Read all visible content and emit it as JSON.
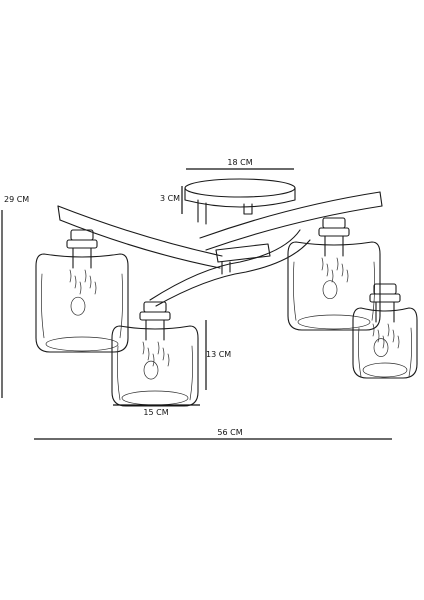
{
  "dimensions": {
    "top_width": "18 CM",
    "top_height": "3 CM",
    "total_height": "29 CM",
    "shade_height": "13 CM",
    "shade_width": "15 CM",
    "total_width": "56 CM"
  },
  "colors": {
    "ink": "#1a1a1a",
    "background": "#ffffff"
  }
}
